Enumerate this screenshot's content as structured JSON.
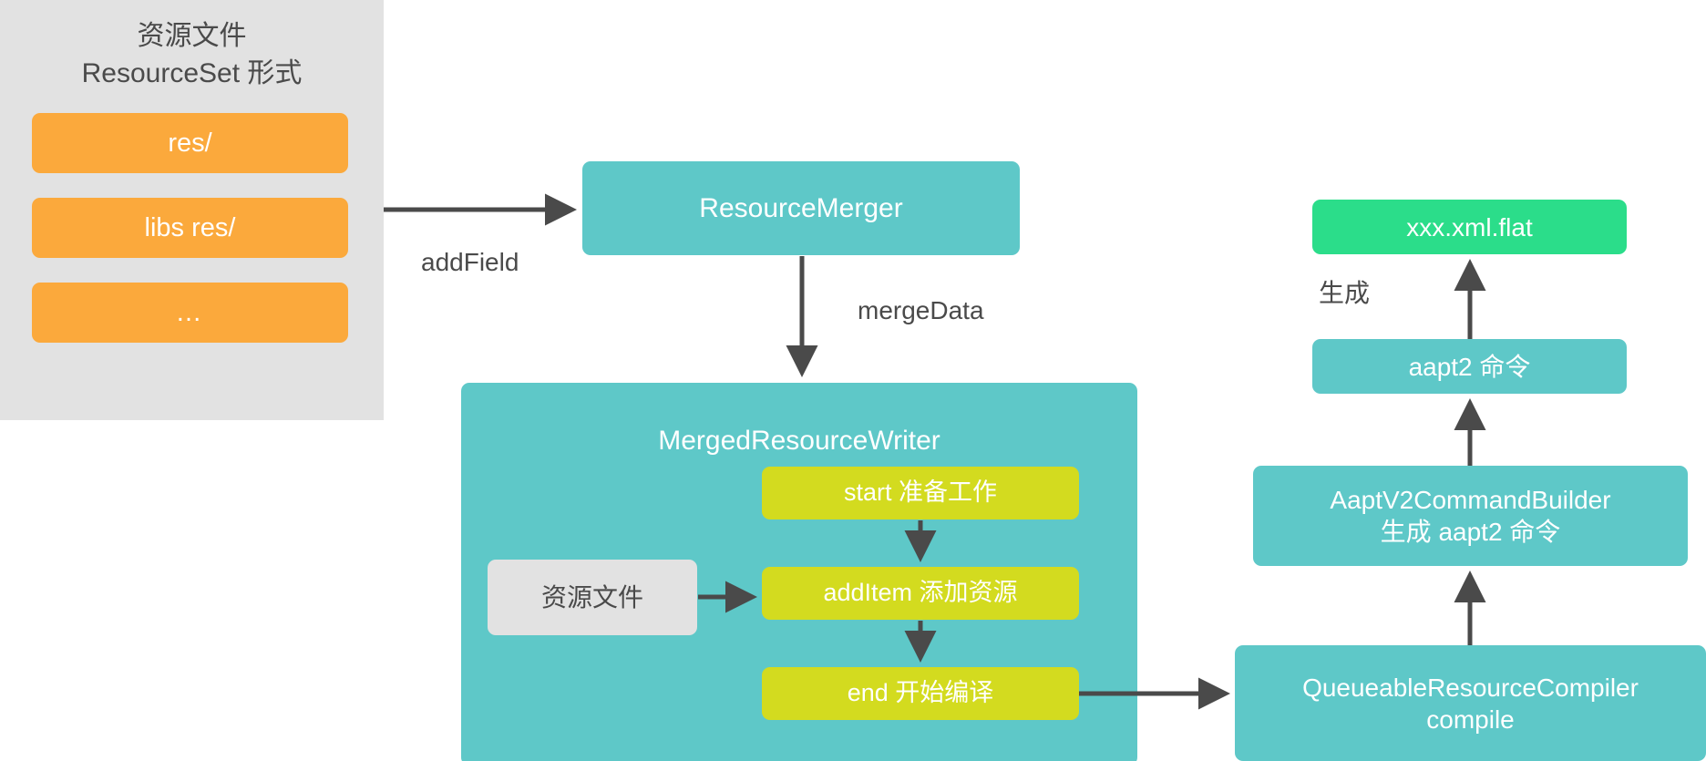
{
  "diagram": {
    "title_hidden": "",
    "resourceset_panel": {
      "title_line1": "资源文件",
      "title_line2": "ResourceSet 形式",
      "items": [
        {
          "label": "res/"
        },
        {
          "label": "libs res/"
        },
        {
          "label": "…"
        }
      ]
    },
    "nodes": {
      "resource_merger": "ResourceMerger",
      "merged_resource_writer": "MergedResourceWriter",
      "inner_resource_file": "资源文件",
      "start_step": "start 准备工作",
      "additem_step": "addItem 添加资源",
      "end_step": "end 开始编译",
      "queueable_resource_compiler_line1": "QueueableResourceCompiler",
      "queueable_resource_compiler_line2": "compile",
      "aapt_builder_line1": "AaptV2CommandBuilder",
      "aapt_builder_line2": "生成 aapt2 命令",
      "aapt2_command": "aapt2 命令",
      "flat_output": "xxx.xml.flat"
    },
    "edge_labels": {
      "add_field": "addField",
      "merge_data": "mergeData",
      "sheng_cheng": "生成"
    },
    "colors": {
      "panel_gray": "#e2e2e2",
      "orange": "#fba93c",
      "teal": "#5ec8c8",
      "yellow": "#d3db1f",
      "green": "#2bdd8a",
      "arrow_gray": "#4a4a4a",
      "text_dark": "#4a4a4a",
      "text_light": "#ffffff",
      "background": "#ffffff"
    }
  }
}
